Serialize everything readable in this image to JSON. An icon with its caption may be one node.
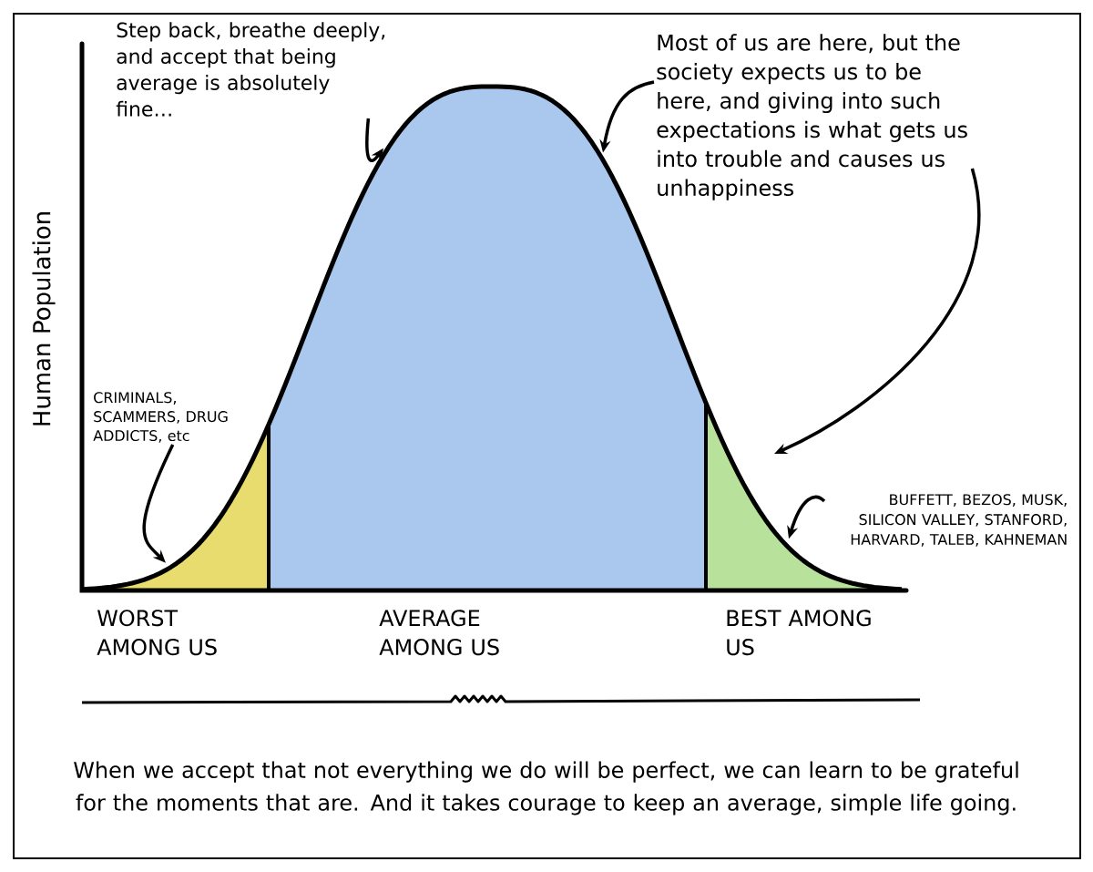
{
  "diagram": {
    "nodes": [
      {
        "text": [
          "Step back, breathe deeply, and accept that being average is absolutely fine…"
        ]
      },
      {
        "text": [
          "Most of us are here, but the society expects us to be here, and giving into such expectations is what gets us into trouble and causes us unhappiness"
        ]
      },
      {
        "text": [
          "CRIMINALS, SCAMMERS, DRUG ADDICTS, etc"
        ]
      },
      {
        "text": [
          "BUFFETT, BEZOS, MUSK, SILICON VALLEY, STANFORD, HARVARD, TALEB, KAHNEMAN"
        ]
      }
    ],
    "edges": [
      {
        "from": 0,
        "to": null,
        "arrow": "to"
      },
      {
        "from": 1,
        "to": null,
        "arrow": "to"
      },
      {
        "from": 1,
        "to": null,
        "arrow": "to"
      },
      {
        "from": 2,
        "to": null,
        "arrow": "to"
      },
      {
        "from": 3,
        "to": null,
        "arrow": "to"
      }
    ],
    "labels": [
      "Human Population",
      "WORST AMONG US",
      "AVERAGE AMONG US",
      "BEST AMONG US",
      "When we accept that not everything we do will be perfect, we can learn to be grateful for the moments that are. And it takes courage to keep an average, simple life going."
    ]
  }
}
